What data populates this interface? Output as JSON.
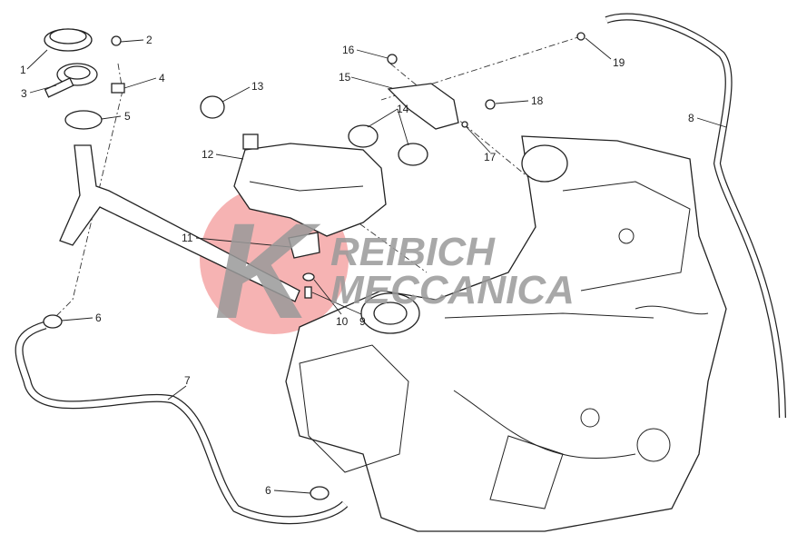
{
  "callouts": [
    {
      "n": "1"
    },
    {
      "n": "2"
    },
    {
      "n": "3"
    },
    {
      "n": "4"
    },
    {
      "n": "5"
    },
    {
      "n": "6"
    },
    {
      "n": "6"
    },
    {
      "n": "7"
    },
    {
      "n": "8"
    },
    {
      "n": "9"
    },
    {
      "n": "10"
    },
    {
      "n": "11"
    },
    {
      "n": "12"
    },
    {
      "n": "13"
    },
    {
      "n": "14"
    },
    {
      "n": "15"
    },
    {
      "n": "16"
    },
    {
      "n": "17"
    },
    {
      "n": "18"
    },
    {
      "n": "19"
    }
  ],
  "watermark": {
    "line1": "REIBICH",
    "line2": "MECCANICA",
    "logo_letter": "K",
    "accent": "#f08080"
  }
}
